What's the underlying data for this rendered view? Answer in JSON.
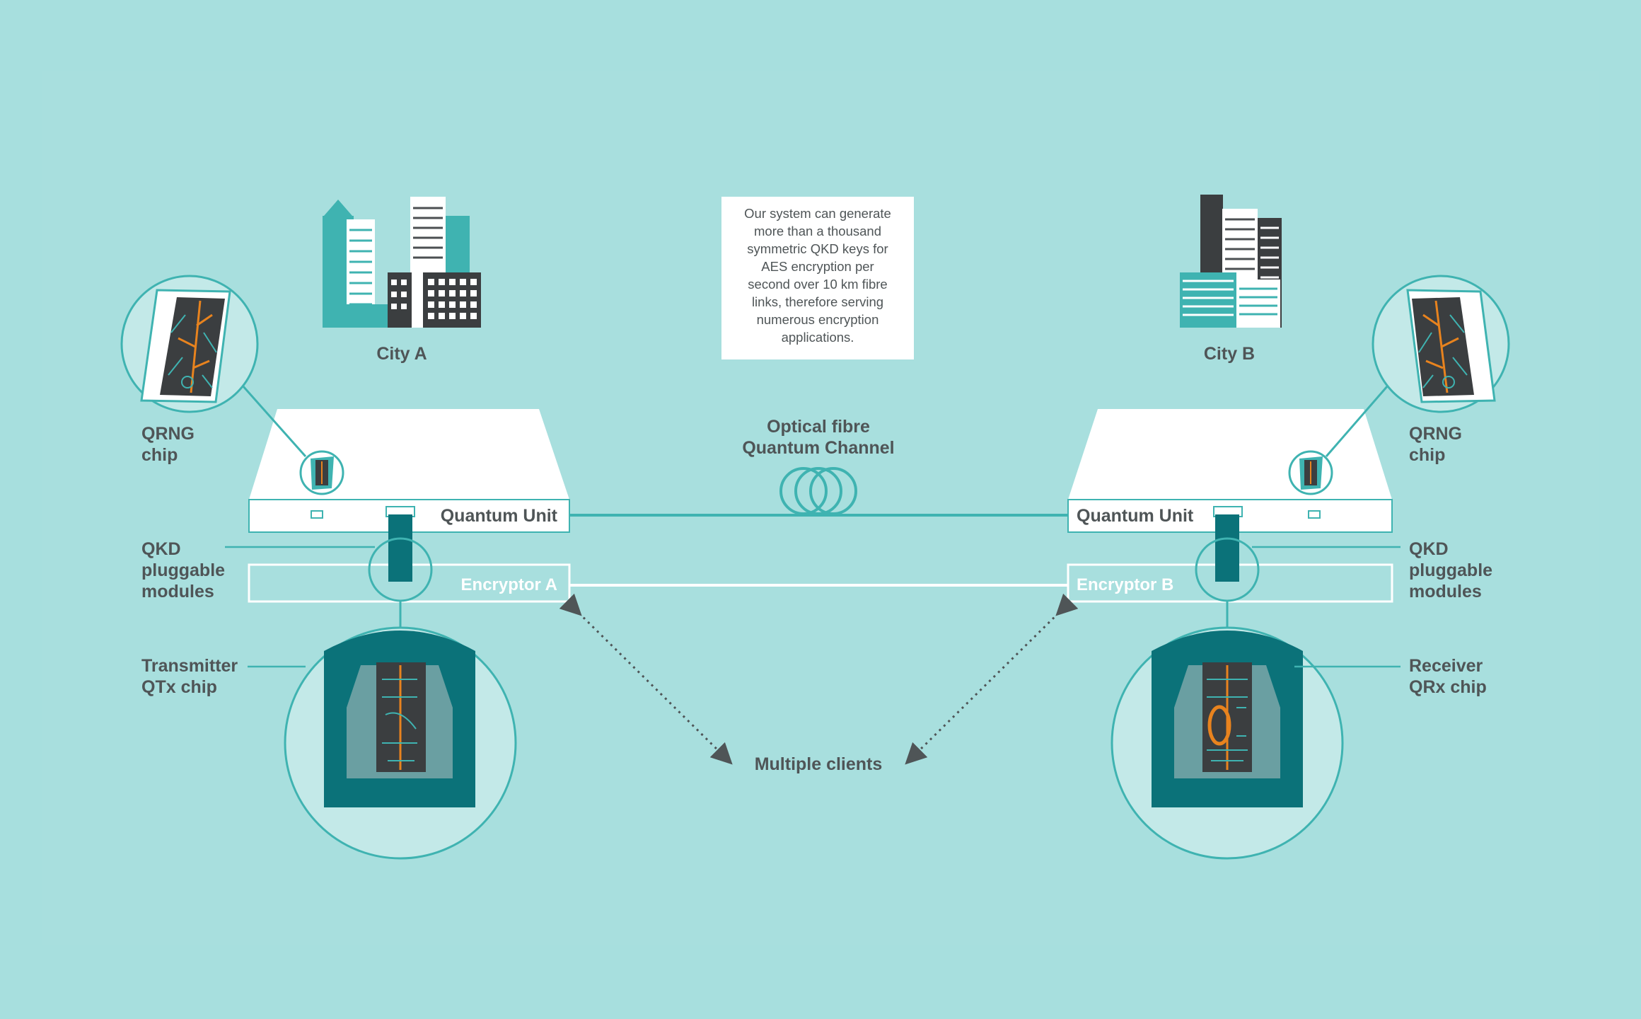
{
  "cities": {
    "a": "City A",
    "b": "City B"
  },
  "info_box": {
    "lines": [
      "Our system can generate",
      "more than a thousand",
      "symmetric QKD keys for",
      "AES encryption per",
      "second over 10 km fibre",
      "links, therefore serving",
      "numerous encryption",
      "applications."
    ]
  },
  "channel": {
    "line1": "Optical fibre",
    "line2": "Quantum Channel"
  },
  "units": {
    "quantum_unit_a": "Quantum Unit",
    "quantum_unit_b": "Quantum Unit",
    "encryptor_a": "Encryptor A",
    "encryptor_b": "Encryptor B"
  },
  "labels": {
    "qrng_left": [
      "QRNG",
      "chip"
    ],
    "qrng_right": [
      "QRNG",
      "chip"
    ],
    "qkd_left": [
      "QKD",
      "pluggable",
      "modules"
    ],
    "qkd_right": [
      "QKD",
      "pluggable",
      "modules"
    ],
    "transmitter": [
      "Transmitter",
      "QTx chip"
    ],
    "receiver": [
      "Receiver",
      "QRx chip"
    ],
    "clients": "Multiple clients"
  },
  "colors": {
    "background": "#a7dfde",
    "teal_dark": "#0b7279",
    "teal_line": "#3fb3b1",
    "text": "#4f5557",
    "chip_orange": "#e8831e",
    "chip_dark": "#3b3e40"
  }
}
